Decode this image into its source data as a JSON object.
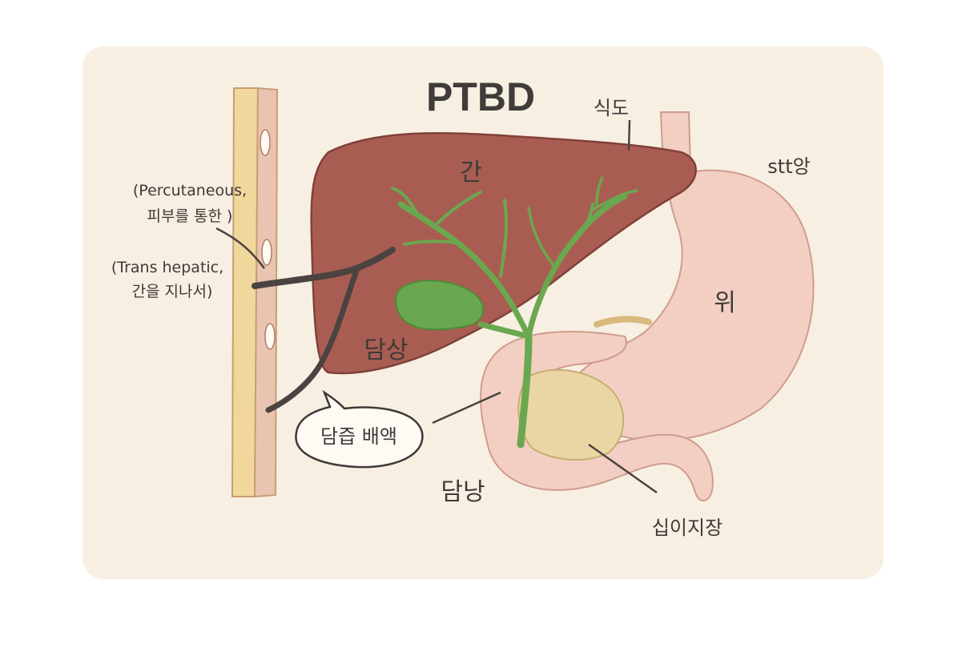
{
  "title": "PTBD",
  "labels": {
    "esophagus": "식도",
    "liver": "간",
    "pylorus": "stt앙",
    "stomach": "위",
    "percutaneous_en": "(Percutaneous,",
    "percutaneous_ko": "피부를 통한 )",
    "transhepatic_en": "(Trans hepatic,",
    "transhepatic_ko": "간을 지나서)",
    "gallbladder_left": "담상",
    "bile_drainage": "담즙 배액",
    "gallbladder_bottom": "담낭",
    "duodenum": "십이지장"
  },
  "colors": {
    "card_background": "#f8efe3",
    "liver": "#a95d52",
    "bile_duct": "#6aa84f",
    "stomach": "#f3cfc3",
    "pancreas": "#ead6a4",
    "skin_layer": "#f0d89c",
    "catheter": "#4b4340"
  }
}
